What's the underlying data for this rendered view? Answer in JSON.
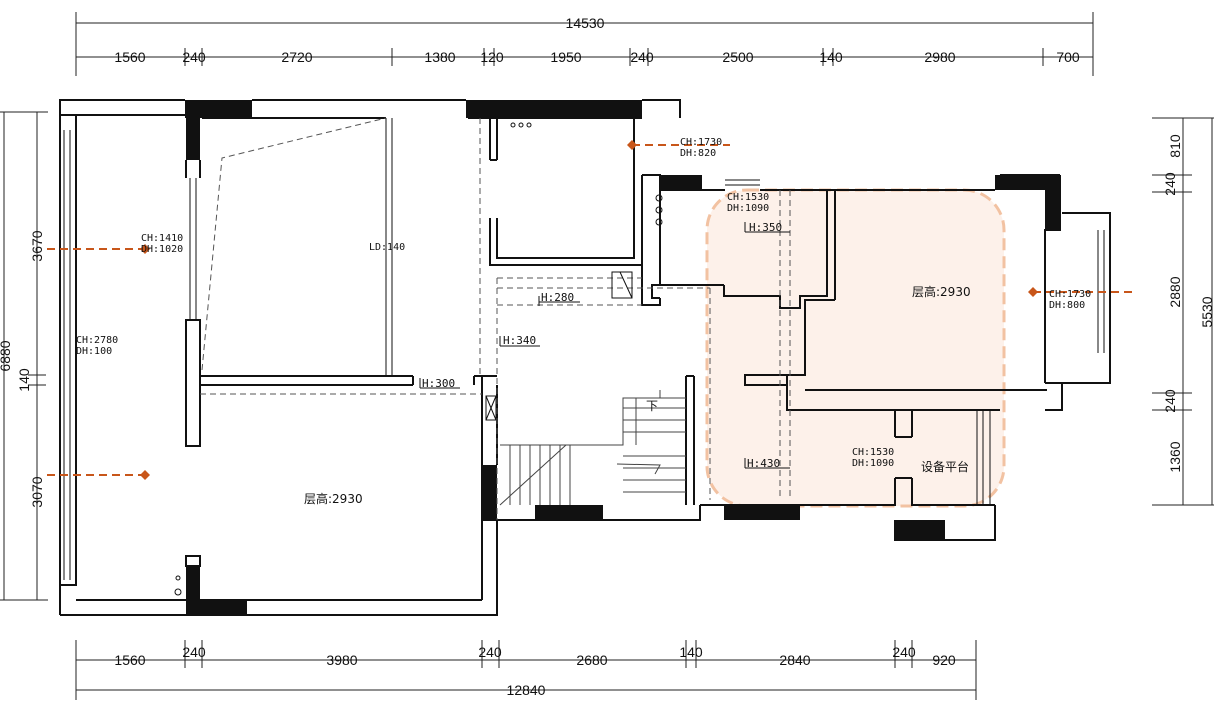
{
  "colors": {
    "wall": "#111111",
    "marker": "#c8561a",
    "highlight_fill": "#fdf1ea",
    "highlight_stroke": "#f2c2a2",
    "dim_line": "#222222"
  },
  "dims": {
    "top_total": "14530",
    "top": [
      "1560",
      "240",
      "2720",
      "1380",
      "120",
      "1950",
      "240",
      "2500",
      "140",
      "2980",
      "700"
    ],
    "bottom": [
      "1560",
      "240",
      "3980",
      "240",
      "2680",
      "140",
      "2840",
      "240",
      "920"
    ],
    "bottom_total": "12840",
    "left": [
      "3670",
      "6880",
      "140",
      "3070"
    ],
    "right": [
      "810",
      "240",
      "2880",
      "5530",
      "240",
      "1360"
    ]
  },
  "labels": {
    "room_height_top": "层高:2930",
    "room_height_bottom": "层高:2930",
    "ld": "LD:140",
    "equipment_platform": "设备平台",
    "down": "下",
    "h350": "H:350",
    "h280": "H:280",
    "h340": "H:340",
    "h300": "H:300",
    "h430": "H:430"
  },
  "openings": {
    "o1": {
      "ch": "CH:1730",
      "dh": "DH:820"
    },
    "o2": {
      "ch": "CH:1530",
      "dh": "DH:1090"
    },
    "o3": {
      "ch": "CH:1410",
      "dh": "DH:1020"
    },
    "o4": {
      "ch": "CH:2780",
      "dh": "DH:100"
    },
    "o5": {
      "ch": "CH:1730",
      "dh": "DH:800"
    },
    "o6": {
      "ch": "CH:1530",
      "dh": "DH:1090"
    }
  }
}
